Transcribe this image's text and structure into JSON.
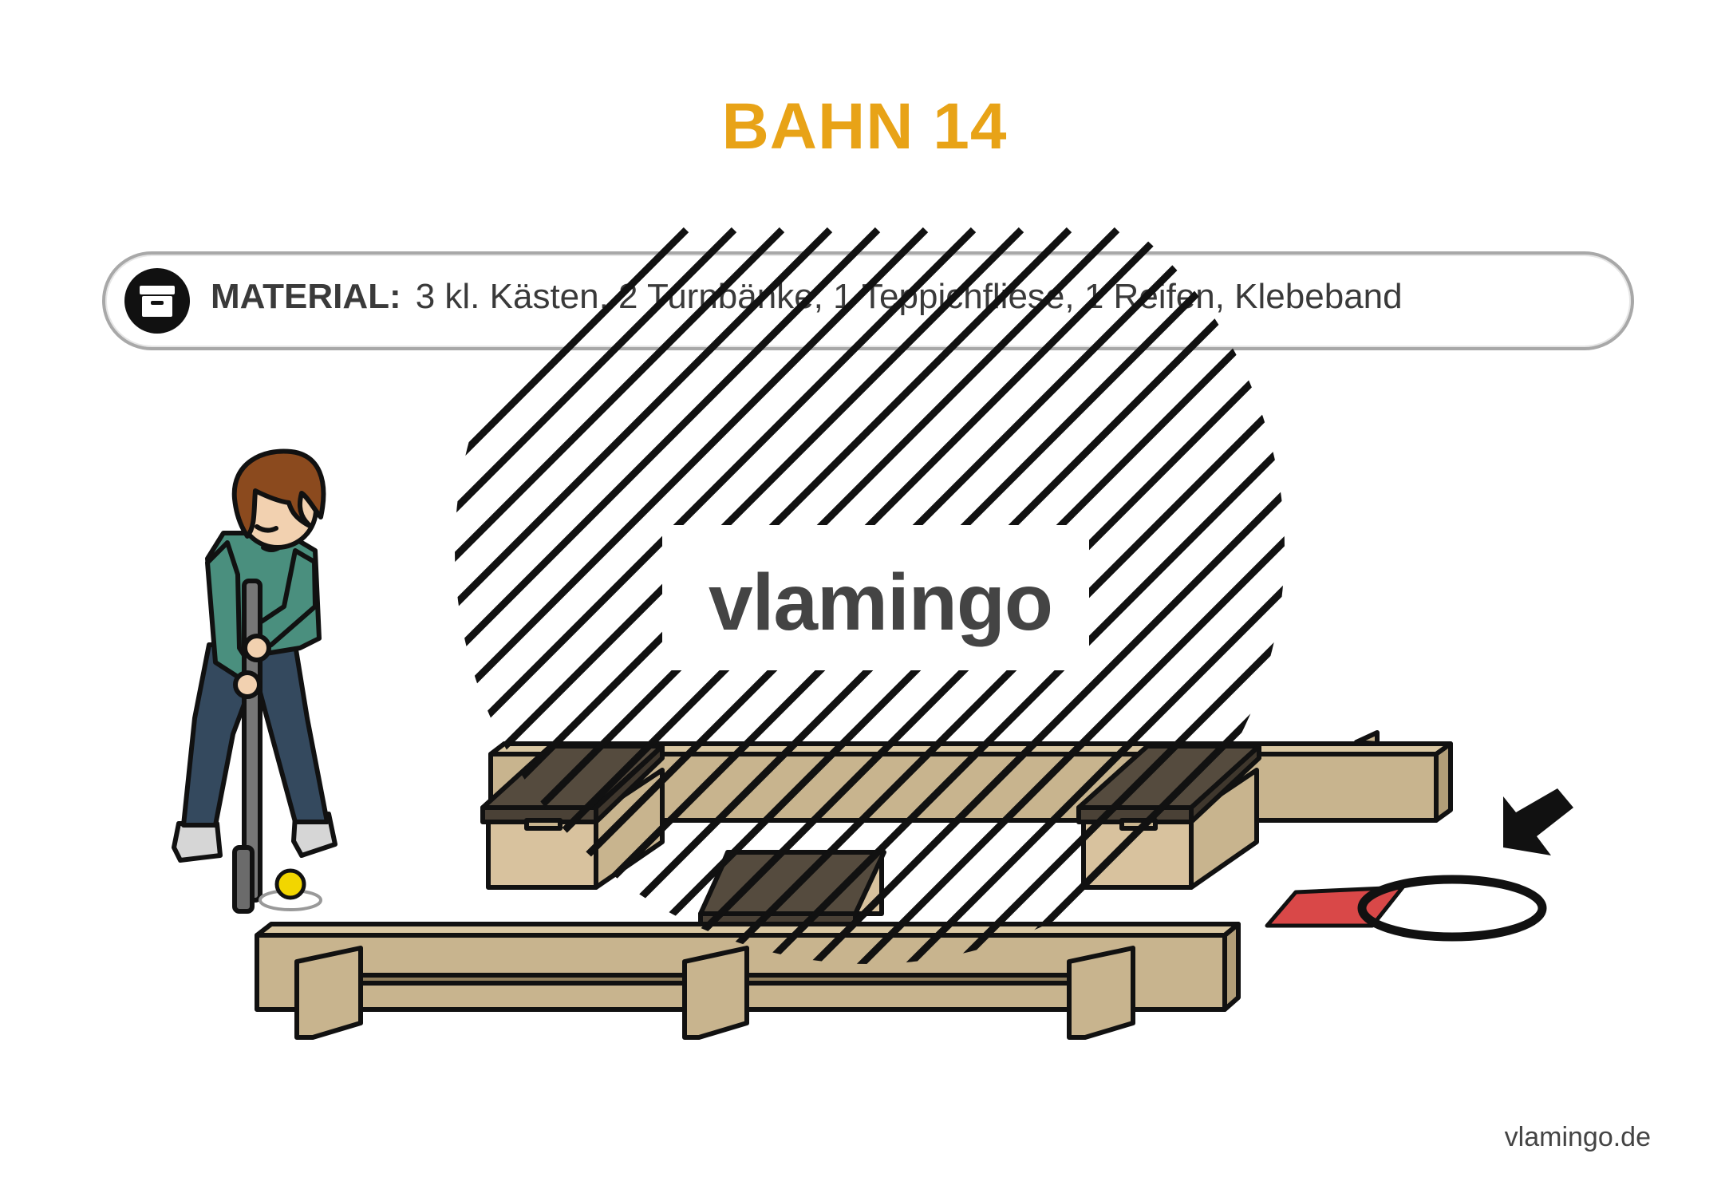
{
  "title": "BAHN 14",
  "colors": {
    "title": "#E8A317",
    "bench_wood": "#C8B48E",
    "box_lid": "#554B3E",
    "carpet_tile": "#D94848",
    "shirt": "#4A8F7E",
    "pants": "#34495E",
    "hair": "#8B4A1E",
    "ball": "#F2D600"
  },
  "material": {
    "icon": "storage-box-icon",
    "label": "MATERIAL:",
    "text": "3 kl. Kästen, 2 Turnbänke, 1 Teppichfliese, 1 Reifen, Klebeband"
  },
  "watermark": {
    "text": "vlamingo"
  },
  "footer": {
    "site": "vlamingo.de"
  }
}
